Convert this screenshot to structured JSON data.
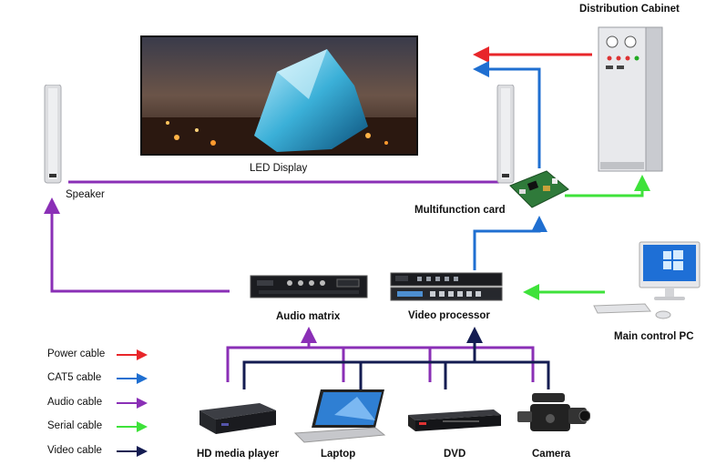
{
  "labels": {
    "distribution_cabinet": "Distribution Cabinet",
    "led_display": "LED Display",
    "speaker": "Speaker",
    "multifunction_card": "Multifunction card",
    "audio_matrix": "Audio matrix",
    "video_processor": "Video processor",
    "main_control_pc": "Main control PC",
    "hd_media_player": "HD media player",
    "laptop": "Laptop",
    "dvd": "DVD",
    "camera": "Camera"
  },
  "legend": [
    {
      "label": "Power cable",
      "color": "#e8262a"
    },
    {
      "label": "CAT5 cable",
      "color": "#1f6fd1"
    },
    {
      "label": "Audio cable",
      "color": "#8a2fb6"
    },
    {
      "label": "Serial cable",
      "color": "#3ee23a"
    },
    {
      "label": "Video cable",
      "color": "#141c52"
    }
  ],
  "colors": {
    "power": "#e8262a",
    "cat5": "#1f6fd1",
    "audio": "#8a2fb6",
    "serial": "#3ee23a",
    "video": "#141c52"
  }
}
